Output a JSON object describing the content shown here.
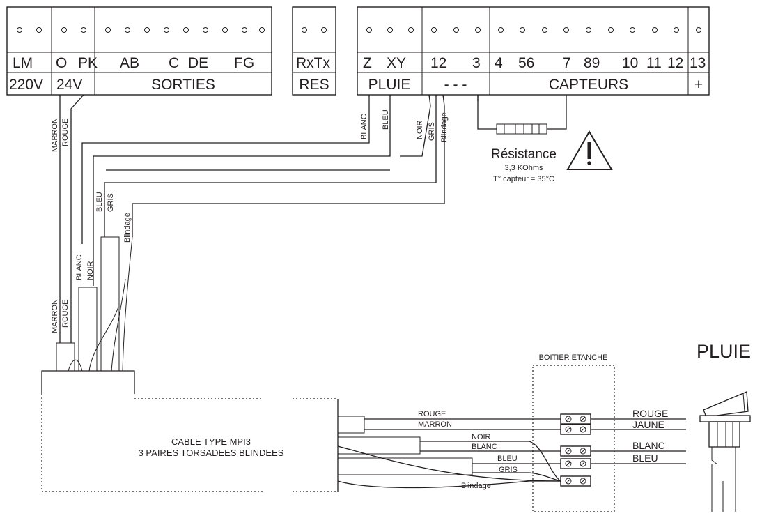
{
  "top_blocks": {
    "main": {
      "pins": "LM  O  PK  AB  C  DE  FG",
      "lm": "LM",
      "o": "O",
      "pk": "PK",
      "ab": "AB",
      "c": "C",
      "de": "DE",
      "fg": "FG",
      "v220": "220V",
      "v24": "24V",
      "sorties": "SORTIES"
    },
    "res": {
      "rx": "RxTx",
      "name": "RES"
    },
    "sensors": {
      "z": "Z",
      "xy": "XY",
      "n12": "12",
      "n3": "3",
      "n4": "4",
      "n56": "56",
      "n7": "7",
      "n89": "89",
      "n10": "10",
      "n11": "11",
      "n12b": "12",
      "n13": "13",
      "pluie": "PLUIE",
      "dashes": "-   -   -",
      "capteurs": "CAPTEURS",
      "plus": "+"
    }
  },
  "wires": {
    "marron": "MARRON",
    "rouge": "ROUGE",
    "blanc": "BLANC",
    "bleu": "BLEU",
    "noir": "NOIR",
    "gris": "GRIS",
    "blindage": "Blindage",
    "jaune": "JAUNE"
  },
  "resistance": {
    "title": "Résistance",
    "value": "3,3 KOhms",
    "temp": "T° capteur = 35°C"
  },
  "cable": {
    "line1": "CABLE TYPE  MPI3",
    "line2": "3 PAIRES TORSADEES BLINDEES"
  },
  "boitier": "BOITIER ETANCHE",
  "pluie_title": "PLUIE"
}
